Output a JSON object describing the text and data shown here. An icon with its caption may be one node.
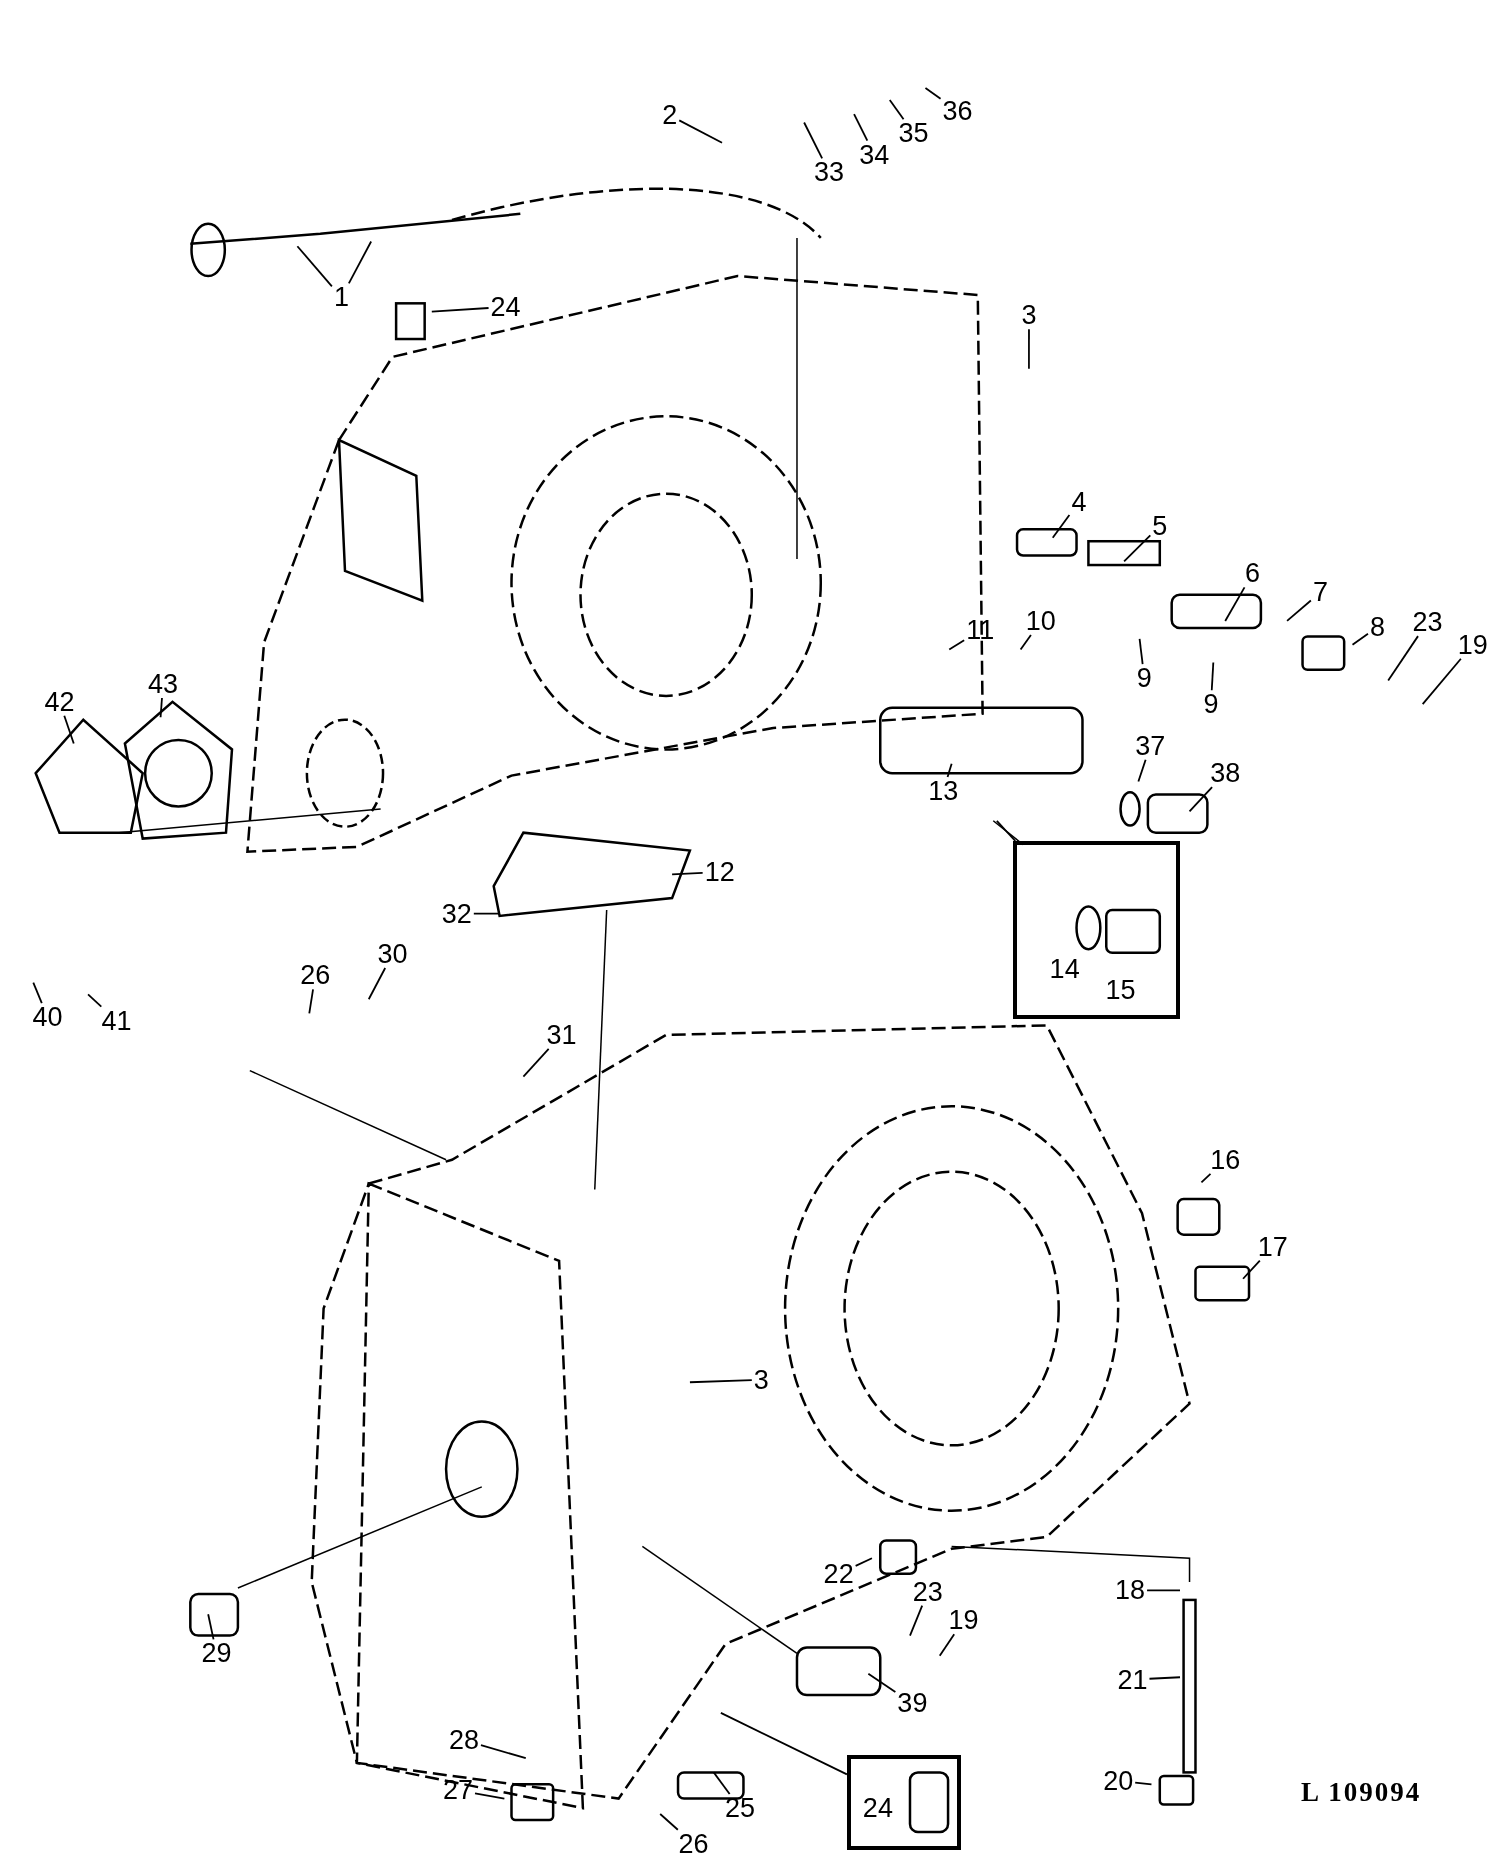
{
  "diagram": {
    "nodes": [
      {
        "text": [
          "2"
        ]
      },
      {
        "text": [
          "33"
        ]
      },
      {
        "text": [
          "34"
        ]
      },
      {
        "text": [
          "35"
        ]
      },
      {
        "text": [
          "36"
        ]
      },
      {
        "text": [
          "1"
        ]
      },
      {
        "text": [
          "24"
        ]
      },
      {
        "text": [
          "3"
        ]
      },
      {
        "text": [
          "4"
        ]
      },
      {
        "text": [
          "5"
        ]
      },
      {
        "text": [
          "6"
        ]
      },
      {
        "text": [
          "11"
        ]
      },
      {
        "text": [
          "10"
        ]
      },
      {
        "text": [
          "7"
        ]
      },
      {
        "text": [
          "8"
        ]
      },
      {
        "text": [
          "23"
        ]
      },
      {
        "text": [
          "19"
        ]
      },
      {
        "text": [
          "9"
        ]
      },
      {
        "text": [
          "9"
        ]
      },
      {
        "text": [
          "43"
        ]
      },
      {
        "text": [
          "42"
        ]
      },
      {
        "text": [
          "13"
        ]
      },
      {
        "text": [
          "37"
        ]
      },
      {
        "text": [
          "38"
        ]
      },
      {
        "text": [],
        "shape": "box"
      },
      {
        "text": [
          "14"
        ],
        "in": 24
      },
      {
        "text": [
          "15"
        ],
        "in": 24
      },
      {
        "text": [
          "12"
        ]
      },
      {
        "text": [
          "32"
        ]
      },
      {
        "text": [
          "30"
        ]
      },
      {
        "text": [
          "26"
        ]
      },
      {
        "text": [
          "40"
        ]
      },
      {
        "text": [
          "41"
        ]
      },
      {
        "text": [
          "31"
        ]
      },
      {
        "text": [
          "16"
        ]
      },
      {
        "text": [
          "17"
        ]
      },
      {
        "text": [
          "3"
        ]
      },
      {
        "text": [
          "22"
        ]
      },
      {
        "text": [
          "29"
        ]
      },
      {
        "text": [
          "23"
        ]
      },
      {
        "text": [
          "19"
        ]
      },
      {
        "text": [
          "18"
        ]
      },
      {
        "text": [
          "39"
        ]
      },
      {
        "text": [
          "21"
        ]
      },
      {
        "text": [
          "28"
        ]
      },
      {
        "text": [
          "27"
        ]
      },
      {
        "text": [
          "25"
        ]
      },
      {
        "text": [],
        "shape": "box"
      },
      {
        "text": [
          "24"
        ],
        "in": 47
      },
      {
        "text": [
          "26"
        ]
      },
      {
        "text": [
          "20"
        ]
      }
    ],
    "edges": [
      {
        "from": 0,
        "to": null,
        "arrow": "none"
      },
      {
        "from": 1,
        "to": null,
        "arrow": "none"
      },
      {
        "from": 2,
        "to": null,
        "arrow": "none"
      },
      {
        "from": 3,
        "to": null,
        "arrow": "none"
      },
      {
        "from": 4,
        "to": null,
        "arrow": "none"
      },
      {
        "from": 5,
        "to": null,
        "arrow": "none"
      },
      {
        "from": 5,
        "to": null,
        "arrow": "none"
      },
      {
        "from": 6,
        "to": null,
        "arrow": "none"
      },
      {
        "from": 7,
        "to": null,
        "arrow": "none"
      },
      {
        "from": 8,
        "to": null,
        "arrow": "none"
      },
      {
        "from": 9,
        "to": null,
        "arrow": "none"
      },
      {
        "from": 10,
        "to": null,
        "arrow": "none"
      },
      {
        "from": 11,
        "to": null,
        "arrow": "none"
      },
      {
        "from": 12,
        "to": null,
        "arrow": "none"
      },
      {
        "from": 13,
        "to": null,
        "arrow": "none"
      },
      {
        "from": 14,
        "to": null,
        "arrow": "none"
      },
      {
        "from": 15,
        "to": null,
        "arrow": "none"
      },
      {
        "from": 16,
        "to": null,
        "arrow": "none"
      },
      {
        "from": 17,
        "to": null,
        "arrow": "none"
      },
      {
        "from": 18,
        "to": null,
        "arrow": "none"
      },
      {
        "from": 19,
        "to": null,
        "arrow": "none"
      },
      {
        "from": 20,
        "to": null,
        "arrow": "none"
      },
      {
        "from": 21,
        "to": null,
        "arrow": "none"
      },
      {
        "from": 22,
        "to": null,
        "arrow": "none"
      },
      {
        "from": 23,
        "to": null,
        "arrow": "none"
      },
      {
        "from": null,
        "to": 24,
        "arrow": "none"
      },
      {
        "from": 27,
        "to": null,
        "arrow": "none"
      },
      {
        "from": 28,
        "to": null,
        "arrow": "none"
      },
      {
        "from": 29,
        "to": null,
        "arrow": "none"
      },
      {
        "from": 30,
        "to": null,
        "arrow": "none"
      },
      {
        "from": 31,
        "to": null,
        "arrow": "none"
      },
      {
        "from": 32,
        "to": null,
        "arrow": "none"
      },
      {
        "from": 33,
        "to": null,
        "arrow": "none"
      },
      {
        "from": 34,
        "to": null,
        "arrow": "none"
      },
      {
        "from": 35,
        "to": null,
        "arrow": "none"
      },
      {
        "from": 36,
        "to": null,
        "arrow": "none"
      },
      {
        "from": 37,
        "to": null,
        "arrow": "none"
      },
      {
        "from": 38,
        "to": null,
        "arrow": "none"
      },
      {
        "from": 39,
        "to": null,
        "arrow": "none"
      },
      {
        "from": 40,
        "to": null,
        "arrow": "none"
      },
      {
        "from": 41,
        "to": null,
        "arrow": "none"
      },
      {
        "from": 42,
        "to": null,
        "arrow": "none"
      },
      {
        "from": 43,
        "to": null,
        "arrow": "none"
      },
      {
        "from": 44,
        "to": null,
        "arrow": "none"
      },
      {
        "from": 45,
        "to": null,
        "arrow": "none"
      },
      {
        "from": 46,
        "to": null,
        "arrow": "none"
      },
      {
        "from": null,
        "to": 47,
        "arrow": "none"
      },
      {
        "from": 49,
        "to": null,
        "arrow": "none"
      },
      {
        "from": 50,
        "to": null,
        "arrow": "none"
      }
    ],
    "labels": [
      "L 109094"
    ]
  }
}
